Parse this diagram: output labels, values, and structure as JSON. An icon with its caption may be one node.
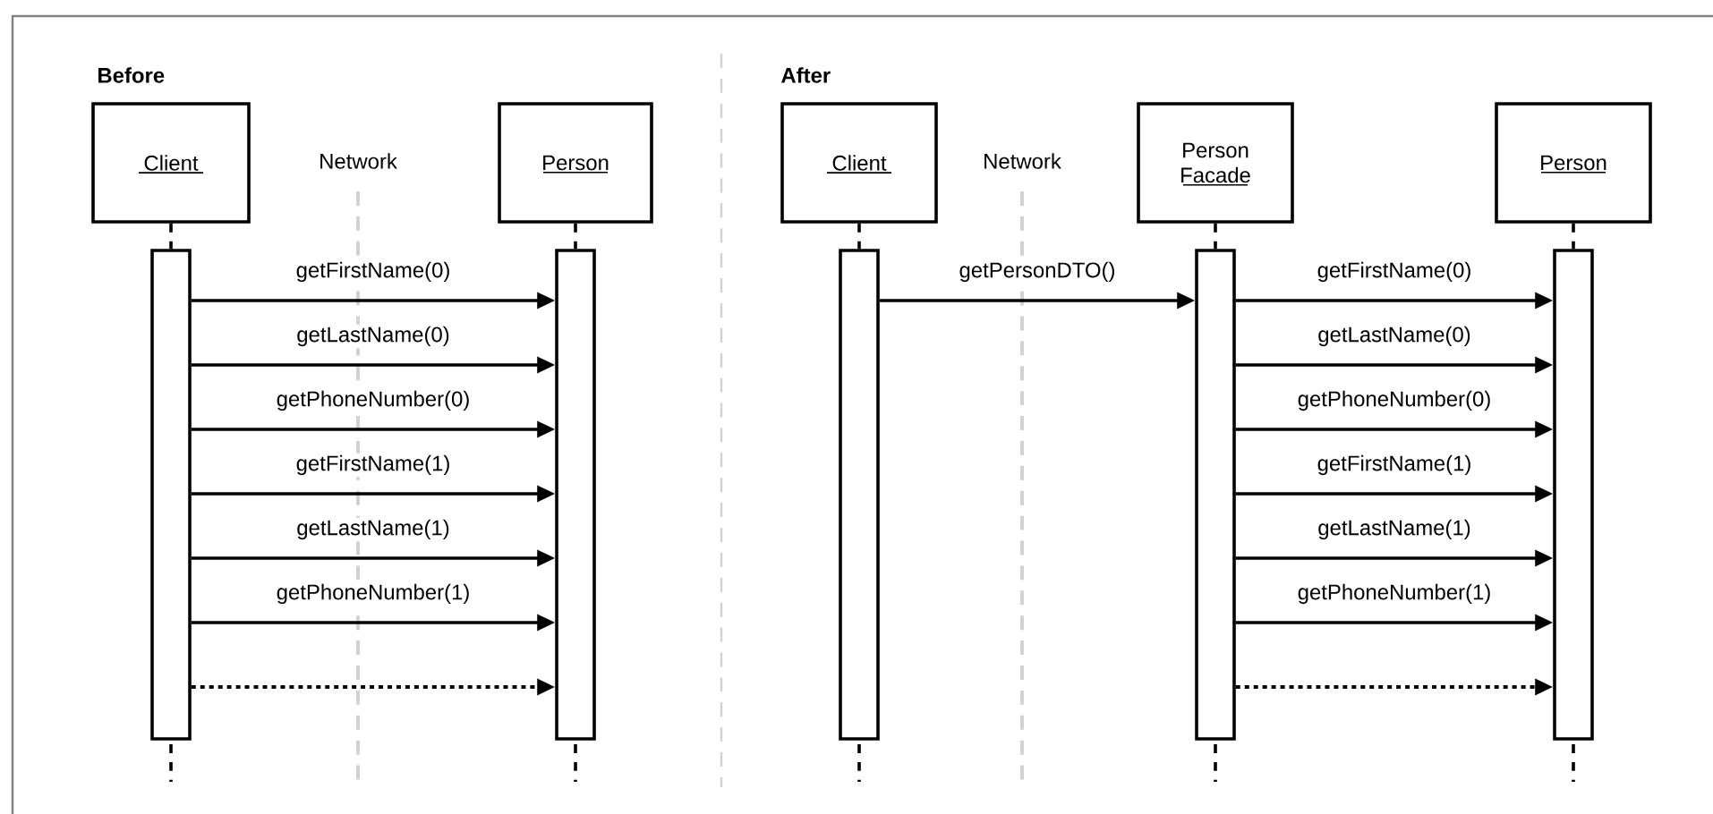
{
  "diagram": {
    "nodes": [
      {
        "text": [
          "Client"
        ]
      },
      {
        "text": [
          "Person"
        ]
      },
      {
        "text": [
          "Client"
        ]
      },
      {
        "text": [
          "Person Facade"
        ]
      },
      {
        "text": [
          "Person"
        ]
      },
      {
        "text": [],
        "shape": "bar"
      },
      {
        "text": [],
        "shape": "bar"
      },
      {
        "text": [],
        "shape": "bar"
      },
      {
        "text": [],
        "shape": "bar"
      },
      {
        "text": [],
        "shape": "bar"
      }
    ],
    "edges": [
      {
        "from": 0,
        "to": 5,
        "arrow": "none",
        "style": "dashed"
      },
      {
        "from": 1,
        "to": 6,
        "arrow": "none",
        "style": "dashed"
      },
      {
        "from": 2,
        "to": 7,
        "arrow": "none",
        "style": "dashed"
      },
      {
        "from": 3,
        "to": 8,
        "arrow": "none",
        "style": "dashed"
      },
      {
        "from": 4,
        "to": 9,
        "arrow": "none",
        "style": "dashed"
      },
      {
        "from": 5,
        "to": 6,
        "arrow": "to",
        "label": "getFirstName(0)"
      },
      {
        "from": 5,
        "to": 6,
        "arrow": "to",
        "label": "getLastName(0)"
      },
      {
        "from": 5,
        "to": 6,
        "arrow": "to",
        "label": "getPhoneNumber(0)"
      },
      {
        "from": 5,
        "to": 6,
        "arrow": "to",
        "label": "getFirstName(1)"
      },
      {
        "from": 5,
        "to": 6,
        "arrow": "to",
        "label": "getLastName(1)"
      },
      {
        "from": 5,
        "to": 6,
        "arrow": "to",
        "label": "getPhoneNumber(1)"
      },
      {
        "from": 5,
        "to": 6,
        "arrow": "to",
        "style": "dashed"
      },
      {
        "from": 7,
        "to": 8,
        "arrow": "to",
        "label": "getPersonDTO()"
      },
      {
        "from": 8,
        "to": 9,
        "arrow": "to",
        "label": "getFirstName(0)"
      },
      {
        "from": 8,
        "to": 9,
        "arrow": "to",
        "label": "getLastName(0)"
      },
      {
        "from": 8,
        "to": 9,
        "arrow": "to",
        "label": "getPhoneNumber(0)"
      },
      {
        "from": 8,
        "to": 9,
        "arrow": "to",
        "label": "getFirstName(1)"
      },
      {
        "from": 8,
        "to": 9,
        "arrow": "to",
        "label": "getLastName(1)"
      },
      {
        "from": 8,
        "to": 9,
        "arrow": "to",
        "label": "getPhoneNumber(1)"
      },
      {
        "from": 8,
        "to": 9,
        "arrow": "to",
        "style": "dashed"
      }
    ],
    "labels": [
      "Before",
      "Network",
      "After",
      "Network"
    ]
  }
}
